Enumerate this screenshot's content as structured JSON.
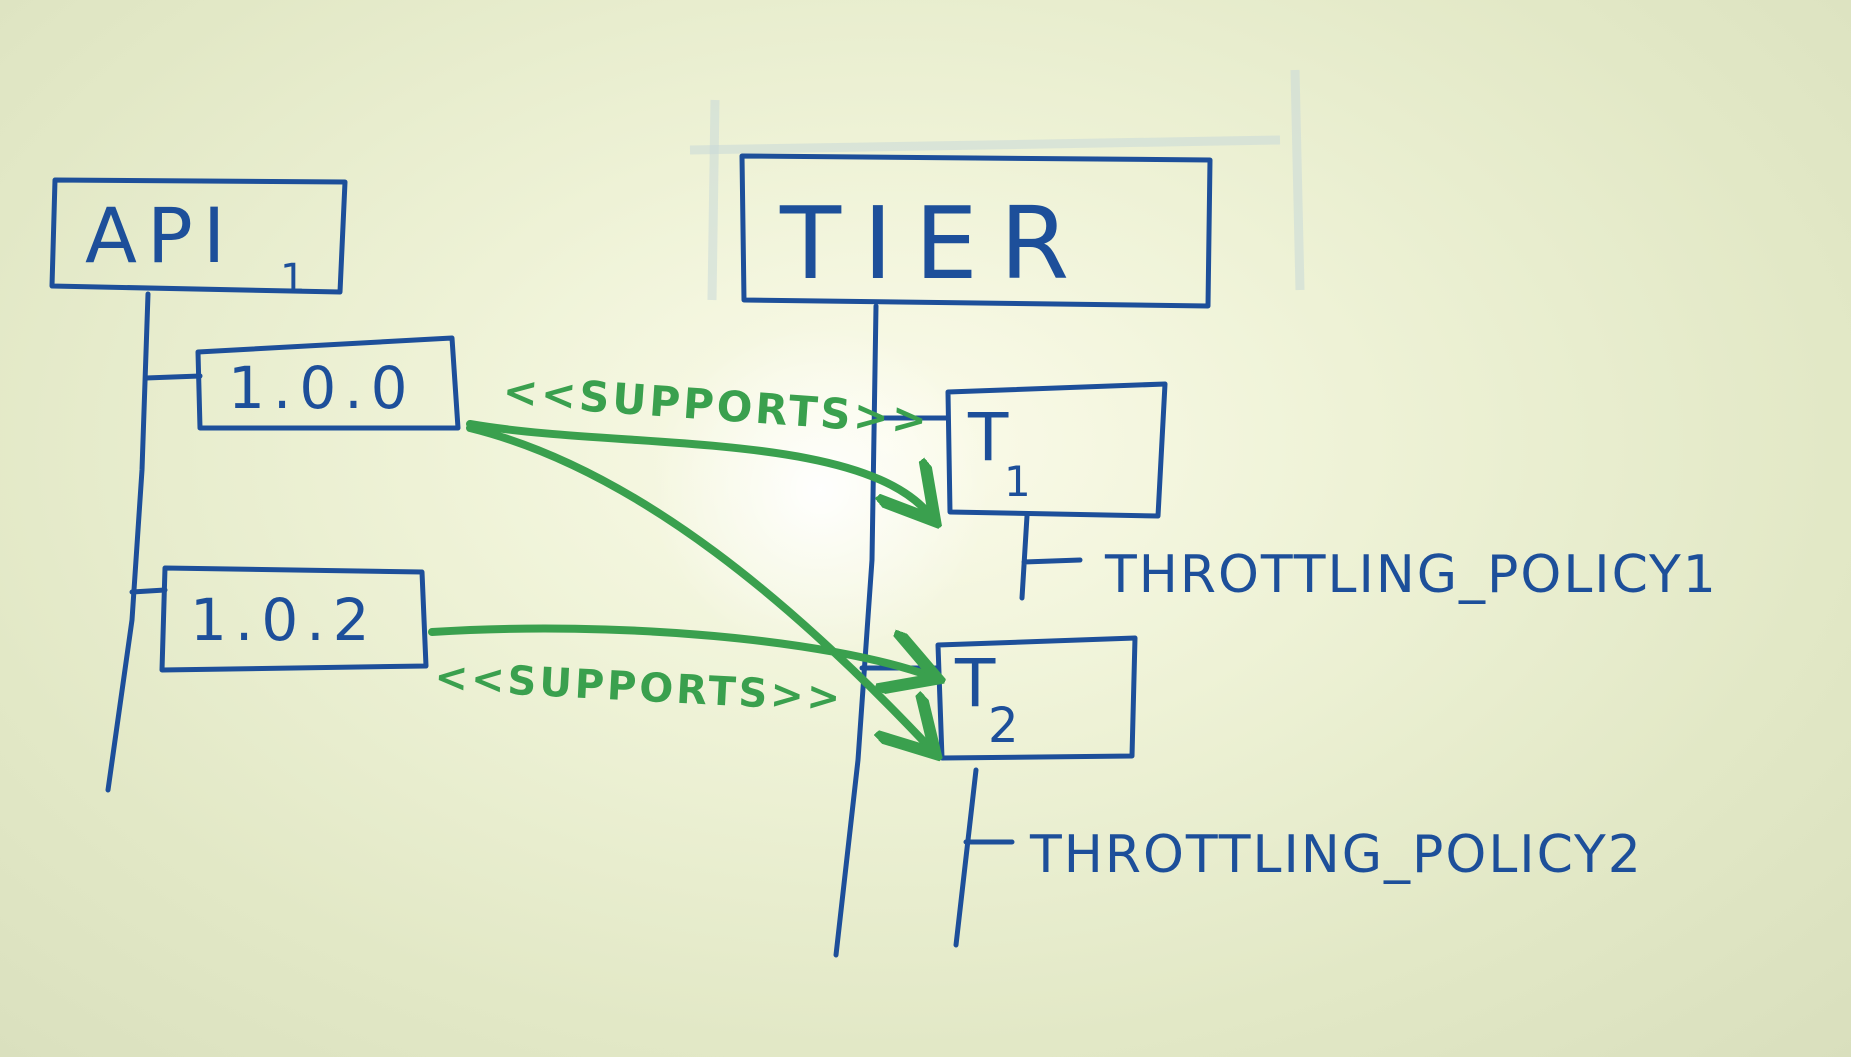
{
  "api": {
    "name": "API",
    "subscript": "1"
  },
  "versions": [
    "1.0.0",
    "1.0.2"
  ],
  "tier": {
    "name": "TIER"
  },
  "tiers": [
    {
      "name": "T",
      "subscript": "1",
      "policy": "THROTTLING_POLICY1"
    },
    {
      "name": "T",
      "subscript": "2",
      "policy": "THROTTLING_POLICY2"
    }
  ],
  "relations": {
    "label_top": "<<SUPPORTS>>",
    "label_bottom": "<<SUPPORTS>>"
  },
  "colors": {
    "blue_ink": "#1d4f9a",
    "green_ink": "#3aa04e",
    "board": "#eef2d6"
  }
}
